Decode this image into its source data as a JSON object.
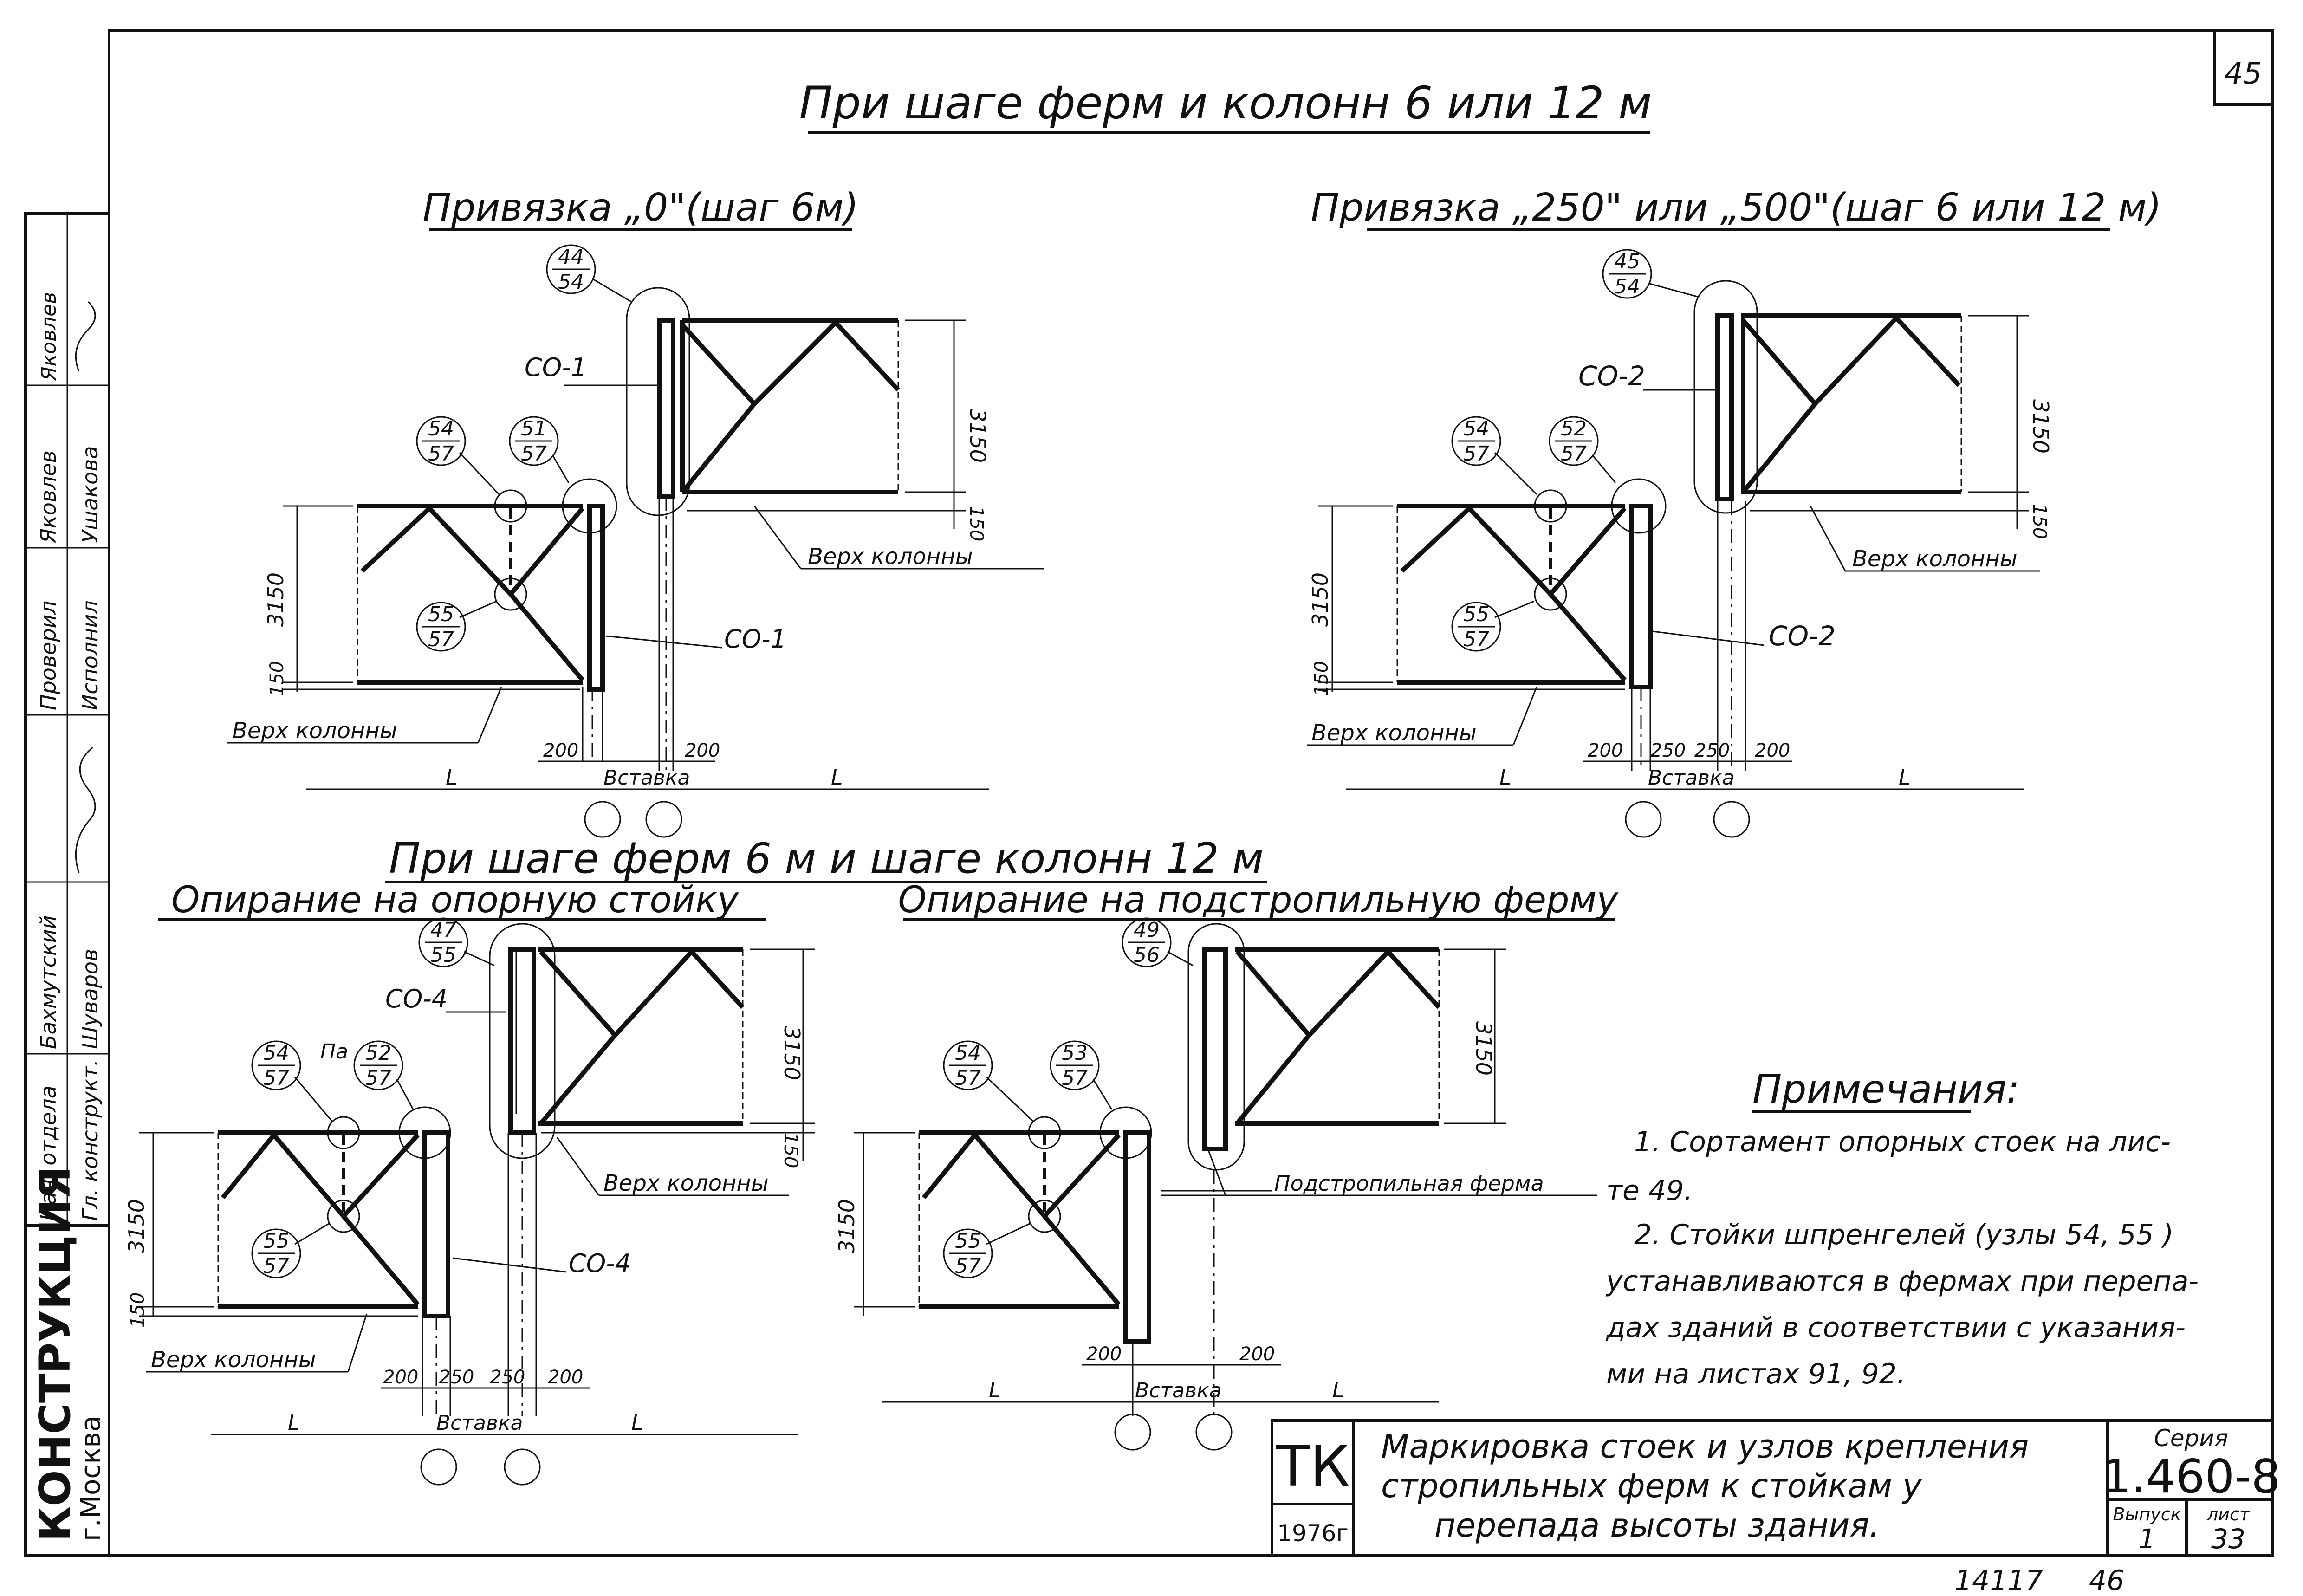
{
  "sheet": {
    "page_number": "45",
    "bottom_numbers": [
      "14117",
      "46"
    ]
  },
  "headings": {
    "main_top": "При шаге ферм и колонн 6 или 12 м",
    "left_sub": "Привязка „0\"(шаг 6м)",
    "right_sub": "Привязка „250\" или „500\"(шаг 6 или 12 м)",
    "main_bottom": "При шаге ферм 6 м и шаге колонн 12 м",
    "bottom_left_sub": "Опирание на опорную стойку",
    "bottom_right_sub": "Опирание на подстропильную ферму"
  },
  "diagram_tl": {
    "node_a": {
      "num": "44",
      "den": "54"
    },
    "node_b": {
      "num": "54",
      "den": "57"
    },
    "node_c": {
      "num": "51",
      "den": "57"
    },
    "node_d": {
      "num": "55",
      "den": "57"
    },
    "label_co_upper": "СО-1",
    "label_co_lower": "СО-1",
    "verh_right": "Верх колонны",
    "verh_left": "Верх колонны",
    "dim_3150_right": "3150",
    "dim_150_right": "150",
    "dim_3150_left": "3150",
    "dim_150_left": "150",
    "dim_200_a": "200",
    "dim_200_b": "200",
    "vstavka": "Вставка",
    "L_left": "L",
    "L_right": "L"
  },
  "diagram_tr": {
    "node_a": {
      "num": "45",
      "den": "54"
    },
    "node_b": {
      "num": "54",
      "den": "57"
    },
    "node_c": {
      "num": "52",
      "den": "57"
    },
    "node_d": {
      "num": "55",
      "den": "57"
    },
    "label_co_upper": "СО-2",
    "label_co_lower": "СО-2",
    "verh_right": "Верх колонны",
    "verh_left": "Верх колонны",
    "dim_3150_right": "3150",
    "dim_150_right": "150",
    "dim_3150_left": "3150",
    "dim_150_left": "150",
    "dims_bottom": [
      "200",
      "250",
      "250",
      "200"
    ],
    "vstavka": "Вставка",
    "L_left": "L",
    "L_right": "L"
  },
  "diagram_bl": {
    "node_a": {
      "num": "47",
      "den": "55"
    },
    "node_b": {
      "num": "54",
      "den": "57"
    },
    "node_c": {
      "num": "52",
      "den": "57"
    },
    "node_d": {
      "num": "55",
      "den": "57"
    },
    "label_pa": "Па",
    "label_co_upper": "СО-4",
    "label_co_lower": "СО-4",
    "verh_right": "Верх колонны",
    "verh_left": "Верх колонны",
    "dim_3150_right": "3150",
    "dim_150_right": "150",
    "dim_3150_left": "3150",
    "dim_150_left": "150",
    "dims_bottom": [
      "200",
      "250",
      "250",
      "200"
    ],
    "vstavka": "Вставка",
    "L_left": "L",
    "L_right": "L"
  },
  "diagram_br": {
    "node_a": {
      "num": "49",
      "den": "56"
    },
    "node_b": {
      "num": "54",
      "den": "57"
    },
    "node_c": {
      "num": "53",
      "den": "57"
    },
    "node_d": {
      "num": "55",
      "den": "57"
    },
    "podstrop": "Подстропильная ферма",
    "dim_3150_right": "3150",
    "dim_3150_left": "3150",
    "dims_bottom": [
      "200",
      "200"
    ],
    "vstavka": "Вставка",
    "L_left": "L",
    "L_right": "L"
  },
  "notes": {
    "title": "Примечания:",
    "lines": [
      "1. Сортамент опорных стоек на лис-",
      "те 49.",
      "2. Стойки шпренгелей (узлы 54, 55 )",
      "устанавливаются в фермах при перепа-",
      "дах зданий в соответствии с указания-",
      "ми на листах 91, 92."
    ]
  },
  "side_stamp": {
    "rows": [
      {
        "role": "Нач. отдела",
        "name": "Бахмутский"
      },
      {
        "role": "Гл. конструкт.",
        "name": "Шуваров"
      },
      {
        "role": "Проверил",
        "name": "Яковлев"
      },
      {
        "role": "Исполнил",
        "name": "Ушакова"
      }
    ],
    "signature_top": "Яковлев",
    "org": "КОНСТРУКЦИЯ",
    "city": "г.Москва"
  },
  "title_block": {
    "logo": "ТК",
    "year": "1976г",
    "title_lines": [
      "Маркировка стоек и узлов крепления",
      "стропильных ферм к стойкам у",
      "перепада высоты здания."
    ],
    "seria_label": "Серия",
    "seria_value": "1.460-8",
    "vypusk_label": "Выпуск",
    "vypusk_value": "1",
    "list_label": "лист",
    "list_value": "33"
  }
}
